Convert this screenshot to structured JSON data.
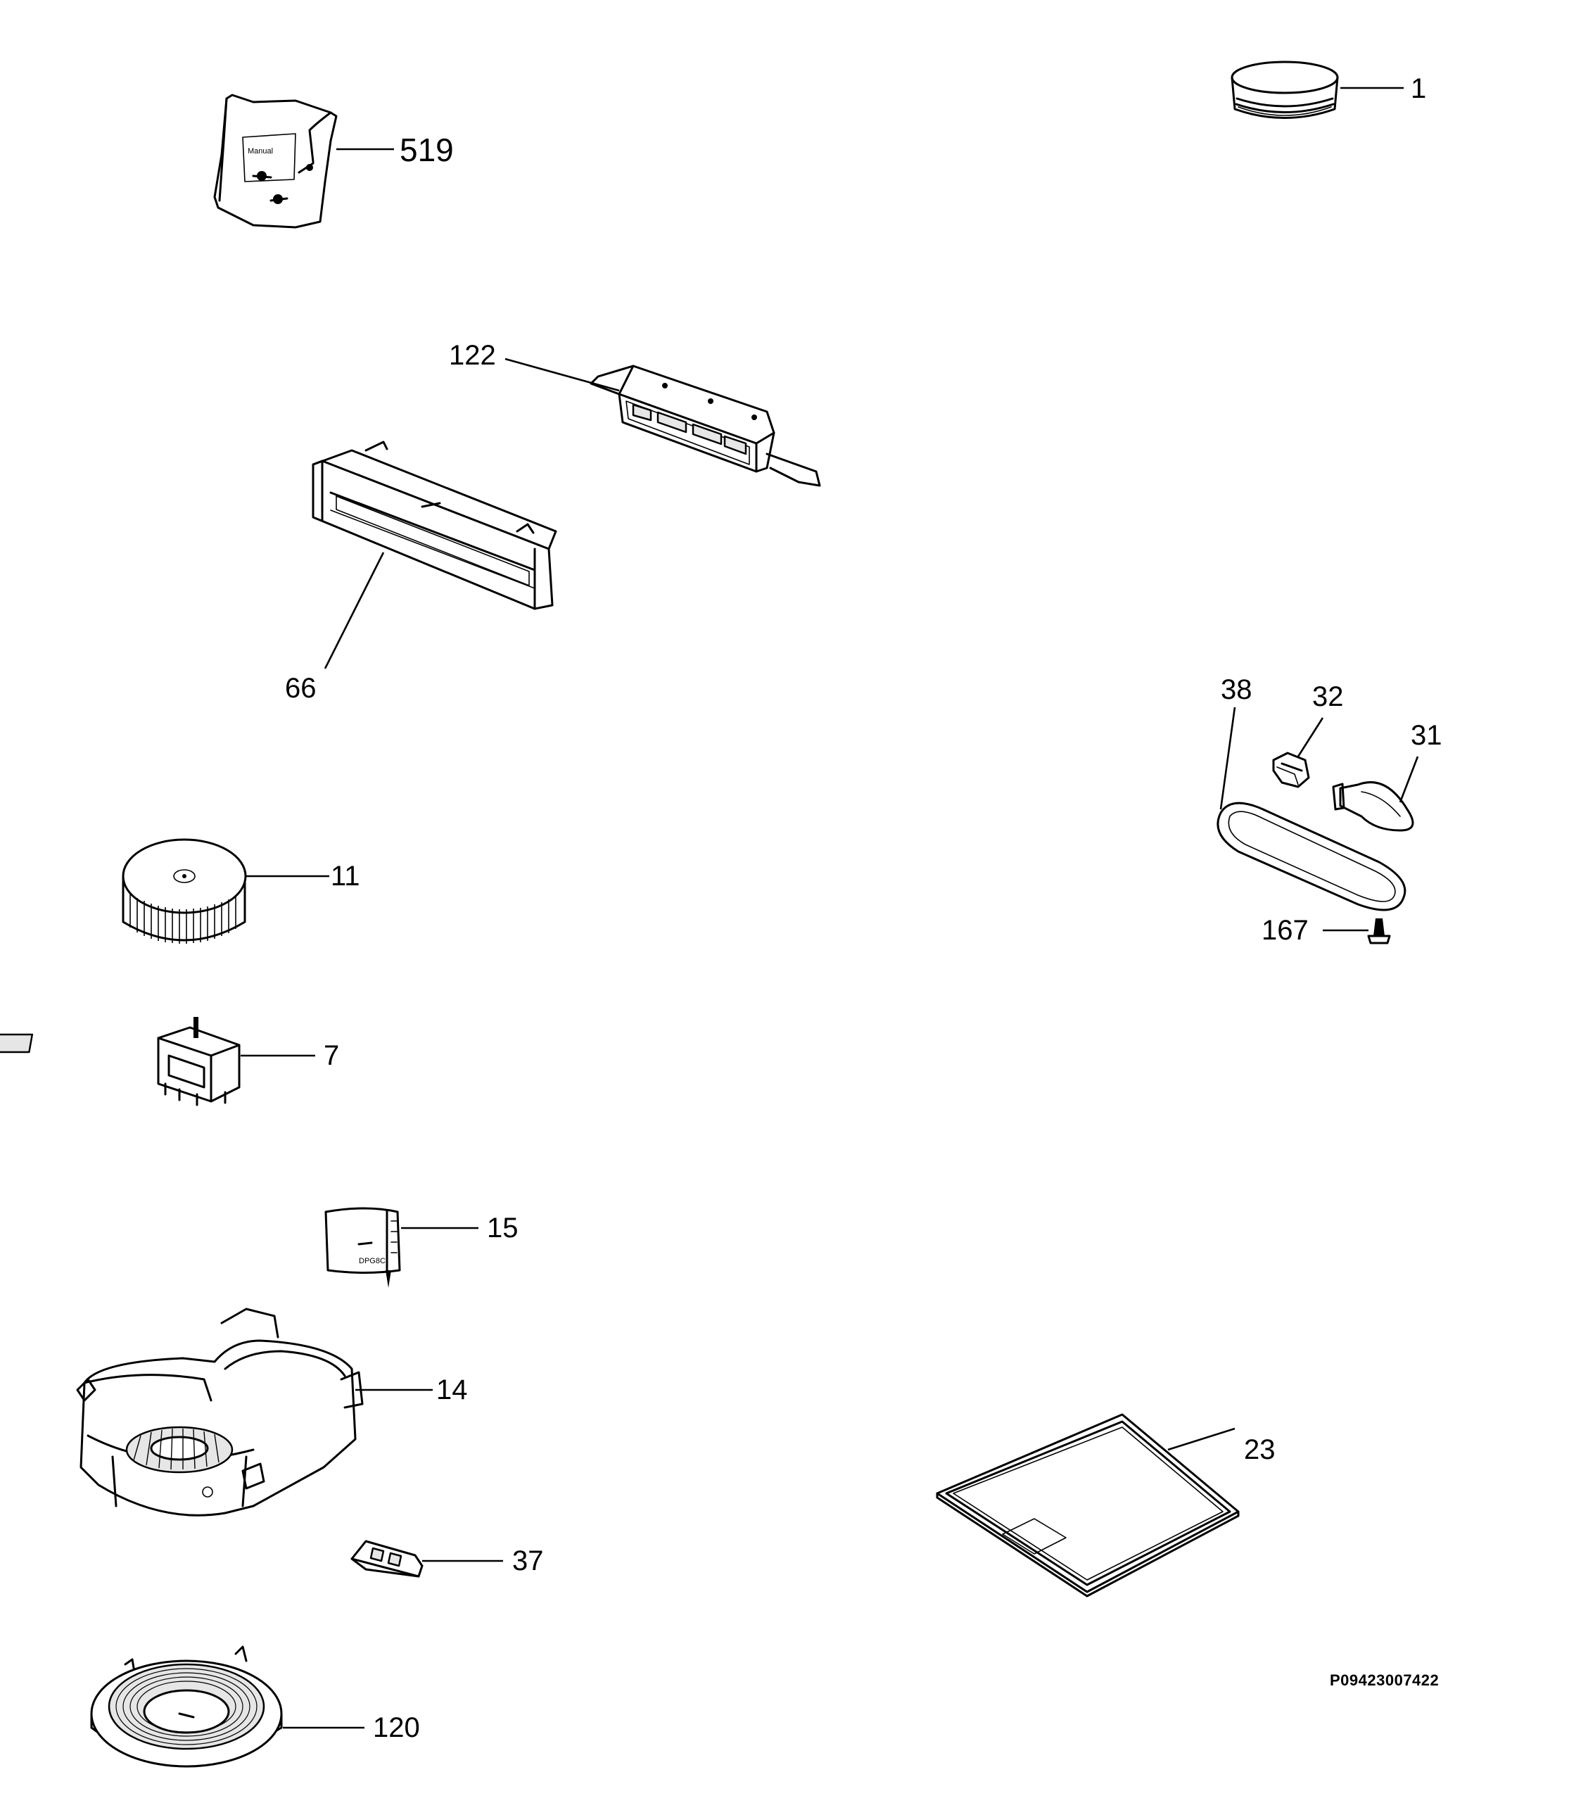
{
  "diagram": {
    "document_id": "P09423007422",
    "parts": [
      {
        "id": "p519",
        "label": "519",
        "name": "kit-bag"
      },
      {
        "id": "p1",
        "label": "1",
        "name": "collar-ring"
      },
      {
        "id": "p122",
        "label": "122",
        "name": "control-panel-rear"
      },
      {
        "id": "p66",
        "label": "66",
        "name": "control-panel-front"
      },
      {
        "id": "p38",
        "label": "38",
        "name": "lamp-gasket"
      },
      {
        "id": "p32",
        "label": "32",
        "name": "lamp-holder"
      },
      {
        "id": "p31",
        "label": "31",
        "name": "bulb"
      },
      {
        "id": "p167",
        "label": "167",
        "name": "screw"
      },
      {
        "id": "p11",
        "label": "11",
        "name": "fan-wheel"
      },
      {
        "id": "p7",
        "label": "7",
        "name": "switch"
      },
      {
        "id": "p15",
        "label": "15",
        "name": "capacitor"
      },
      {
        "id": "p14",
        "label": "14",
        "name": "motor-housing"
      },
      {
        "id": "p37",
        "label": "37",
        "name": "terminal-block"
      },
      {
        "id": "p23",
        "label": "23",
        "name": "grease-filter"
      },
      {
        "id": "p120",
        "label": "120",
        "name": "carbon-filter"
      }
    ],
    "printed_texts": {
      "bag_card": "Manual",
      "capacitor_mark": "DPG8C"
    }
  }
}
